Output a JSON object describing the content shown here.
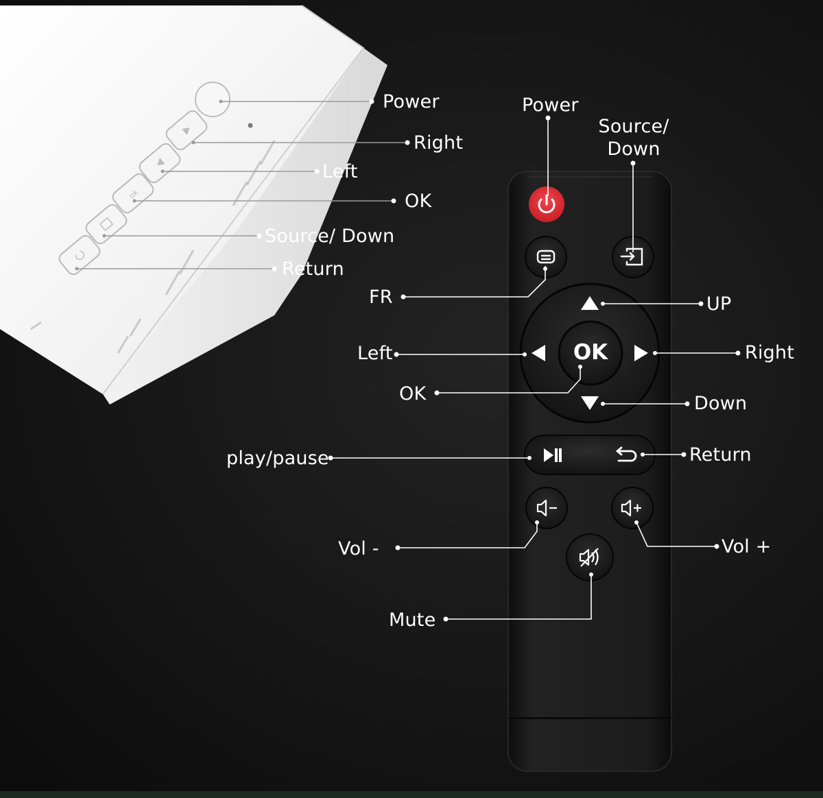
{
  "projector": {
    "labels": {
      "power": "Power",
      "right": "Right",
      "left": "Left",
      "ok": "OK",
      "source_down": "Source/ Down",
      "return": "Return"
    }
  },
  "remote": {
    "labels": {
      "power": "Power",
      "source_down_line1": "Source/",
      "source_down_line2": "Down",
      "fr": "FR",
      "up": "UP",
      "left": "Left",
      "right": "Right",
      "ok": "OK",
      "down": "Down",
      "play_pause": "play/pause",
      "return": "Return",
      "vol_minus": "Vol -",
      "vol_plus": "Vol +",
      "mute": "Mute"
    },
    "ok_button_text": "OK"
  },
  "colors": {
    "background": "#161616",
    "remote_body": "#1a1a1a",
    "power_button": "#e8333b",
    "callout_line": "#ffffff",
    "projector_body": "#f4f4f4"
  },
  "icons": {
    "power": "power-icon",
    "fr": "menu-icon",
    "source": "input-source-icon",
    "up": "triangle-up-icon",
    "down": "triangle-down-icon",
    "left": "triangle-left-icon",
    "right": "triangle-right-icon",
    "play_pause": "play-pause-icon",
    "return": "return-icon",
    "vol_minus": "volume-down-icon",
    "vol_plus": "volume-up-icon",
    "mute": "mute-icon"
  }
}
